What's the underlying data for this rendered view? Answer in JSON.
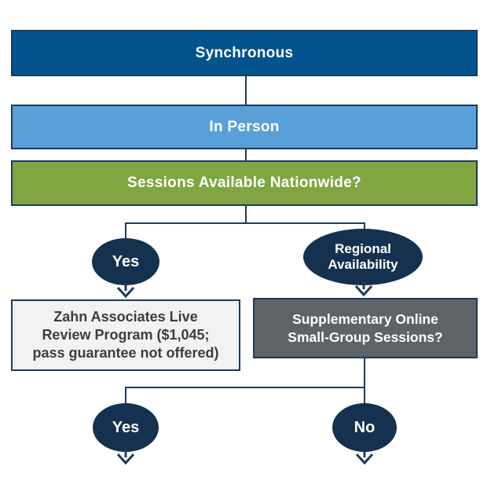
{
  "colors": {
    "dark_blue": "#02538e",
    "light_blue": "#58a0d7",
    "green": "#7fa640",
    "navy_ellipse": "#14314f",
    "gray_box": "#5d6366",
    "light_box_bg": "#f2f2f2",
    "line": "#1d3a5c",
    "white_text": "#ffffff",
    "dark_text": "#3d3d3d"
  },
  "flowchart": {
    "bars": [
      {
        "id": "synchronous",
        "label": "Synchronous"
      },
      {
        "id": "in_person",
        "label": "In Person"
      },
      {
        "id": "nationwide",
        "label": "Sessions Available Nationwide?"
      }
    ],
    "ellipses": {
      "yes_top": "Yes",
      "regional": {
        "lines": [
          "Regional",
          "Availability"
        ]
      },
      "yes_bottom": "Yes",
      "no": "No"
    },
    "boxes": {
      "zahn": {
        "lines": [
          "Zahn Associates Live",
          "Review Program ($1,045;",
          "pass guarantee not offered)"
        ]
      },
      "supplementary": {
        "lines": [
          "Supplementary Online",
          "Small-Group Sessions?"
        ]
      }
    },
    "icons": [
      "arrow-down-icon"
    ]
  }
}
